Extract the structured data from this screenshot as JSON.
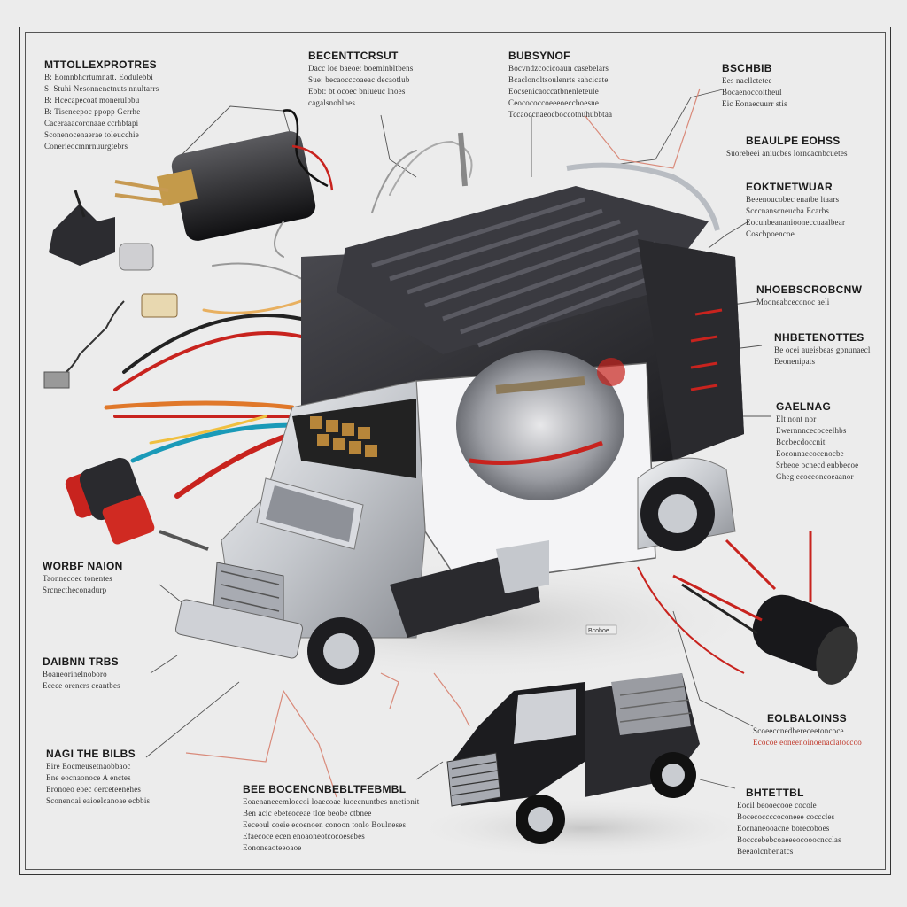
{
  "labels": [
    {
      "id": "tl",
      "heading": "MTTOLLEXPROTRES",
      "lines": [
        "B: Eomnbhcrtumnatt. Eodulebbi",
        "S: Stuhi Nesonnenctnuts nnultarrs",
        "B: Hcecapecoat monerulbbu",
        "B: Tiseneepoc ppopp Gerrhe",
        "Caceraaacoronaae ccrhbtapi",
        "Sconenocenaerae toleucchie",
        "Conerieocmnrnuurgtebrs"
      ]
    },
    {
      "id": "tc1",
      "heading": "BECENTTCRSUT",
      "lines": [
        "Dacc loe baeoe: boeminbltbens",
        "Sue: becaocccoaeac decaotlub",
        "Ebbt: bt ocoec bniueuc lnoes",
        "cagalsnoblnes"
      ]
    },
    {
      "id": "tc2",
      "heading": "BUBSYNOF",
      "lines": [
        "Bocvndzcocicoaun casebelars",
        "Bcaclonoltsoulenrts sahcicate",
        "Eocsenicaoccatbnenleteule",
        "Ceocococcoeeeoeccboesne",
        "Tccaoccnaeocboccotnuhubbtaa"
      ]
    },
    {
      "id": "tr1",
      "heading": "BSCHBIB",
      "lines": [
        "Ees nacllctetee",
        "Bocaenoccoitheul",
        "Eic Eonaecuurr stis"
      ]
    },
    {
      "id": "tr2",
      "heading": "BEAULPE EOHSS",
      "lines": [
        "Suorebeei aniucbes lorncacnbcuetes"
      ]
    },
    {
      "id": "tr3",
      "heading": "EOKTNETWUAR",
      "lines": [
        "Beeenoucobec enatbe ltaars",
        "Scccnanscneucba Ecarbs",
        "Eocunbeananiooneccuaalbear",
        "Coscbpoencoe"
      ]
    },
    {
      "id": "r1",
      "heading": "NHOEBSCROBCNW",
      "lines": [
        "Mooneabceconoc aeli"
      ]
    },
    {
      "id": "r2",
      "heading": "NHBETENOTTES",
      "lines": [
        "Be ocei aueisbeas gpnunaecl",
        "Eeonenipats"
      ]
    },
    {
      "id": "r3",
      "heading": "GAELNAG",
      "lines": [
        "Elt nont nor",
        "Ewernnncecoceelhbs",
        "Bccbecdoccnit",
        "Eoconnaecocenocbe",
        "Srbeoe ocnecd enbbecoe",
        "Gheg ecoceoncoeaanor"
      ]
    },
    {
      "id": "lm",
      "heading": "WORBF NAION",
      "lines": [
        "Taonnecoec tonentes",
        "Srcnectheconadurp"
      ]
    },
    {
      "id": "lb1",
      "heading": "DAIBNN TRBS",
      "lines": [
        "Boaneorinelnoboro",
        "Ecece orencrs ceantbes"
      ]
    },
    {
      "id": "lb2",
      "heading": "NAGI THE BILBS",
      "lines": [
        "Eire Eocmeusetnaobbaoc",
        "Ene eocnaonoce A enctes",
        "Eronoeo eoec oerceteenehes",
        "Sconenoai eaioelcanoae ecbbis"
      ]
    },
    {
      "id": "bc",
      "heading": "BEE BOCENCNBEBLTFEBMBL",
      "lines": [
        "Eoaenaneeemloecoi loaecoae luoecnuntbes nnetionit",
        "Ben acic ebeteoceae tloe beobe ctbnee",
        "Eeceoul coeie ecoenoen conoon tonlo Boulneses",
        "Efaecoce ecen enoaoneotcocoesebes",
        "Eononeaoteeoaoe"
      ]
    },
    {
      "id": "br1",
      "heading": "EOLBALOINSS",
      "lines": [
        "Scoeeccnedbereceetoncoce",
        "Ecocoe eoneenoinoenaclatoccoo"
      ]
    },
    {
      "id": "br2",
      "heading": "BHTETTBL",
      "lines": [
        "Eocil beooecooe cocole",
        "Bocecoccccoconeee cocccles",
        "Eocnaneooacne borecoboes",
        "Bocccebebcoaeeeocooocncclas",
        "Beeaolcnbenatcs"
      ]
    }
  ],
  "callout_tag": "Bcoboe",
  "colors": {
    "background": "#ececec",
    "wire_red": "#c8231e",
    "wire_orange": "#e0782a",
    "wire_cyan": "#1a9ab8",
    "truck_silver": "#c9ccd1",
    "truck_dark": "#2c2c30"
  }
}
